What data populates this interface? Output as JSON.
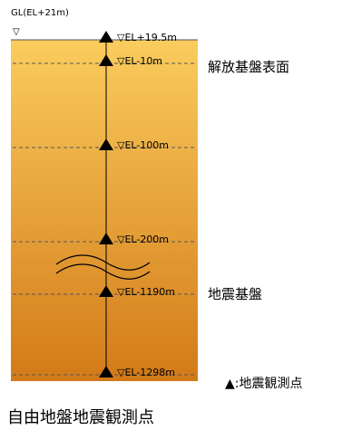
{
  "ground_label": "GL(EL+21m)",
  "ground_symbol": "▽",
  "levels": [
    {
      "label": "▽EL+19.5m"
    },
    {
      "label": "▽EL-10m",
      "note": "解放基盤表面"
    },
    {
      "label": "▽EL-100m"
    },
    {
      "label": "▽EL-200m"
    },
    {
      "label": "▽EL-1190m",
      "note": "地震基盤"
    },
    {
      "label": "▽EL-1298m"
    }
  ],
  "legend": {
    "marker": "▲",
    "text": ":地震観測点"
  },
  "caption": "自由地盤地震観測点",
  "colors": {
    "top": "#fbcc5e",
    "bottom": "#d27a18",
    "line": "#555555",
    "marker": "#000000"
  }
}
